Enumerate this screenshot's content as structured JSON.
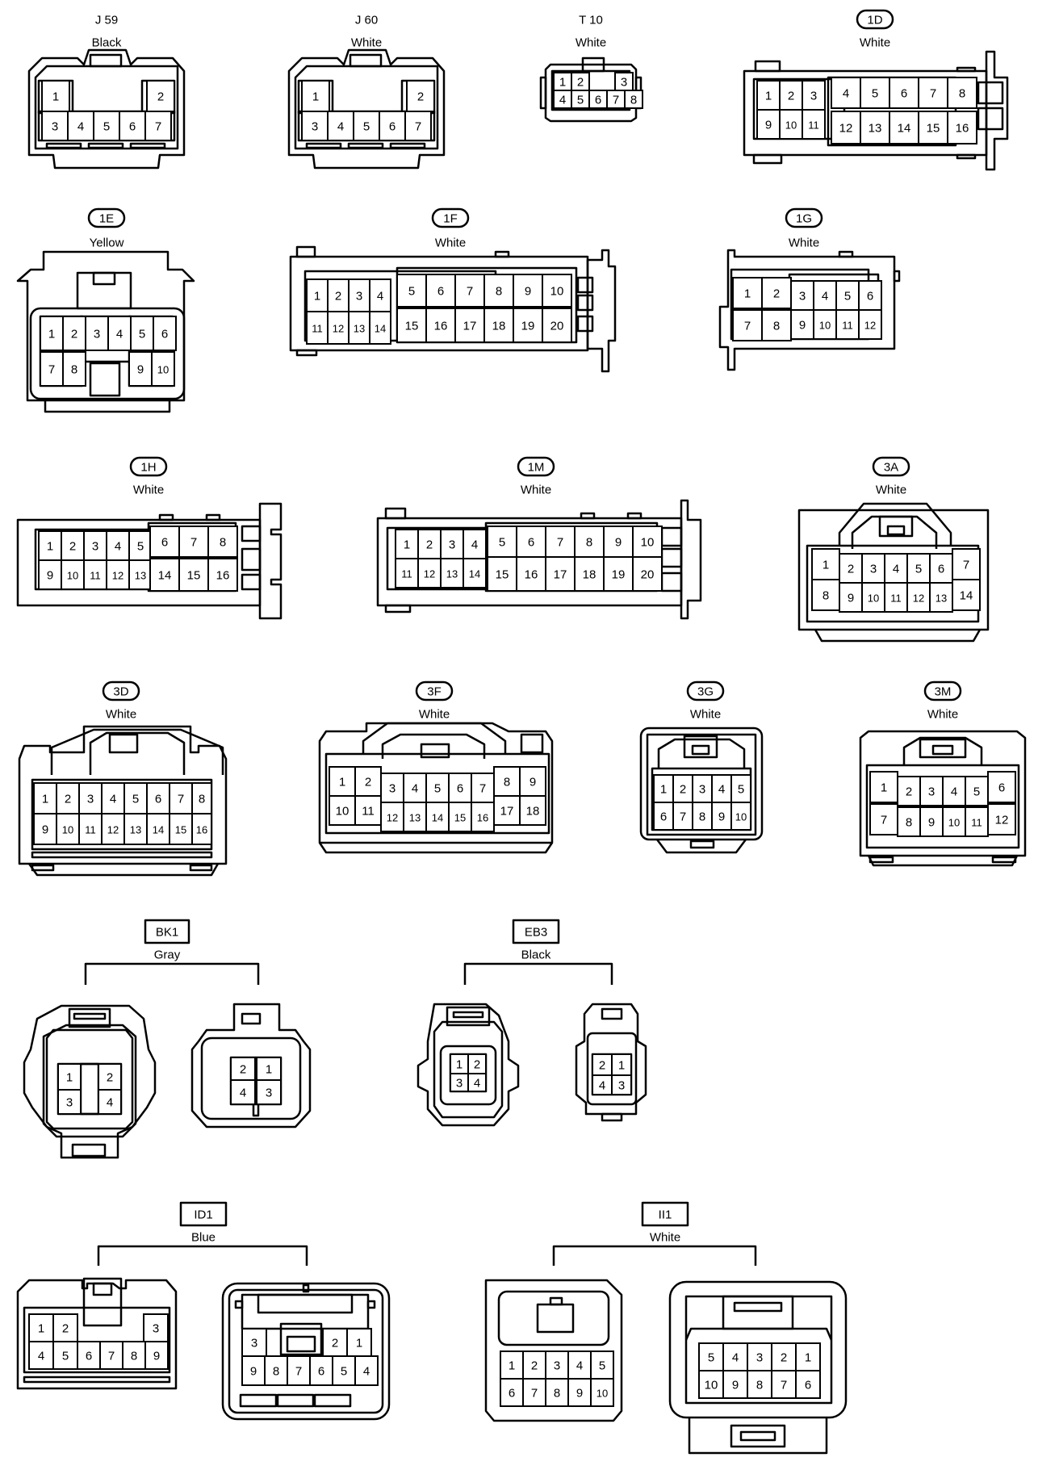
{
  "connectors": [
    {
      "id": "J59",
      "label": "J 59",
      "color": "Black",
      "label_style": "plain",
      "pins": [
        "1",
        "2",
        "3",
        "4",
        "5",
        "6",
        "7"
      ]
    },
    {
      "id": "J60",
      "label": "J 60",
      "color": "White",
      "label_style": "plain",
      "pins": [
        "1",
        "2",
        "3",
        "4",
        "5",
        "6",
        "7"
      ]
    },
    {
      "id": "T10",
      "label": "T 10",
      "color": "White",
      "label_style": "plain",
      "pins": [
        "1",
        "2",
        "3",
        "4",
        "5",
        "6",
        "7",
        "8"
      ]
    },
    {
      "id": "1D",
      "label": "1D",
      "color": "White",
      "label_style": "pill",
      "pins": [
        "1",
        "2",
        "3",
        "4",
        "5",
        "6",
        "7",
        "8",
        "9",
        "10",
        "11",
        "12",
        "13",
        "14",
        "15",
        "16"
      ]
    },
    {
      "id": "1E",
      "label": "1E",
      "color": "Yellow",
      "label_style": "pill",
      "pins": [
        "1",
        "2",
        "3",
        "4",
        "5",
        "6",
        "7",
        "8",
        "9",
        "10"
      ]
    },
    {
      "id": "1F",
      "label": "1F",
      "color": "White",
      "label_style": "pill",
      "pins": [
        "1",
        "2",
        "3",
        "4",
        "5",
        "6",
        "7",
        "8",
        "9",
        "10",
        "11",
        "12",
        "13",
        "14",
        "15",
        "16",
        "17",
        "18",
        "19",
        "20"
      ]
    },
    {
      "id": "1G",
      "label": "1G",
      "color": "White",
      "label_style": "pill",
      "pins": [
        "1",
        "2",
        "3",
        "4",
        "5",
        "6",
        "7",
        "8",
        "9",
        "10",
        "11",
        "12"
      ]
    },
    {
      "id": "1H",
      "label": "1H",
      "color": "White",
      "label_style": "pill",
      "pins": [
        "1",
        "2",
        "3",
        "4",
        "5",
        "6",
        "7",
        "8",
        "9",
        "10",
        "11",
        "12",
        "13",
        "14",
        "15",
        "16"
      ]
    },
    {
      "id": "1M",
      "label": "1M",
      "color": "White",
      "label_style": "pill",
      "pins": [
        "1",
        "2",
        "3",
        "4",
        "5",
        "6",
        "7",
        "8",
        "9",
        "10",
        "11",
        "12",
        "13",
        "14",
        "15",
        "16",
        "17",
        "18",
        "19",
        "20"
      ]
    },
    {
      "id": "3A",
      "label": "3A",
      "color": "White",
      "label_style": "pill",
      "pins": [
        "1",
        "2",
        "3",
        "4",
        "5",
        "6",
        "7",
        "8",
        "9",
        "10",
        "11",
        "12",
        "13",
        "14"
      ]
    },
    {
      "id": "3D",
      "label": "3D",
      "color": "White",
      "label_style": "pill",
      "pins": [
        "1",
        "2",
        "3",
        "4",
        "5",
        "6",
        "7",
        "8",
        "9",
        "10",
        "11",
        "12",
        "13",
        "14",
        "15",
        "16"
      ]
    },
    {
      "id": "3F",
      "label": "3F",
      "color": "White",
      "label_style": "pill",
      "pins": [
        "1",
        "2",
        "3",
        "4",
        "5",
        "6",
        "7",
        "8",
        "9",
        "10",
        "11",
        "12",
        "13",
        "14",
        "15",
        "16",
        "17",
        "18"
      ]
    },
    {
      "id": "3G",
      "label": "3G",
      "color": "White",
      "label_style": "pill",
      "pins": [
        "1",
        "2",
        "3",
        "4",
        "5",
        "6",
        "7",
        "8",
        "9",
        "10"
      ]
    },
    {
      "id": "3M",
      "label": "3M",
      "color": "White",
      "label_style": "pill",
      "pins": [
        "1",
        "2",
        "3",
        "4",
        "5",
        "6",
        "7",
        "8",
        "9",
        "10",
        "11",
        "12"
      ]
    },
    {
      "id": "BK1",
      "label": "BK1",
      "color": "Gray",
      "label_style": "box",
      "pins_left": [
        "1",
        "2",
        "3",
        "4"
      ],
      "pins_right": [
        "2",
        "1",
        "4",
        "3"
      ]
    },
    {
      "id": "EB3",
      "label": "EB3",
      "color": "Black",
      "label_style": "box",
      "pins_left": [
        "1",
        "2",
        "3",
        "4"
      ],
      "pins_right": [
        "2",
        "1",
        "4",
        "3"
      ]
    },
    {
      "id": "ID1",
      "label": "ID1",
      "color": "Blue",
      "label_style": "box",
      "pins_left": [
        "1",
        "2",
        "3",
        "4",
        "5",
        "6",
        "7",
        "8",
        "9"
      ],
      "pins_right": [
        "3",
        "2",
        "1",
        "9",
        "8",
        "7",
        "6",
        "5",
        "4"
      ]
    },
    {
      "id": "II1",
      "label": "II1",
      "color": "White",
      "label_style": "box",
      "pins_left": [
        "1",
        "2",
        "3",
        "4",
        "5",
        "6",
        "7",
        "8",
        "9",
        "10"
      ],
      "pins_right": [
        "5",
        "4",
        "3",
        "2",
        "1",
        "10",
        "9",
        "8",
        "7",
        "6"
      ]
    }
  ]
}
